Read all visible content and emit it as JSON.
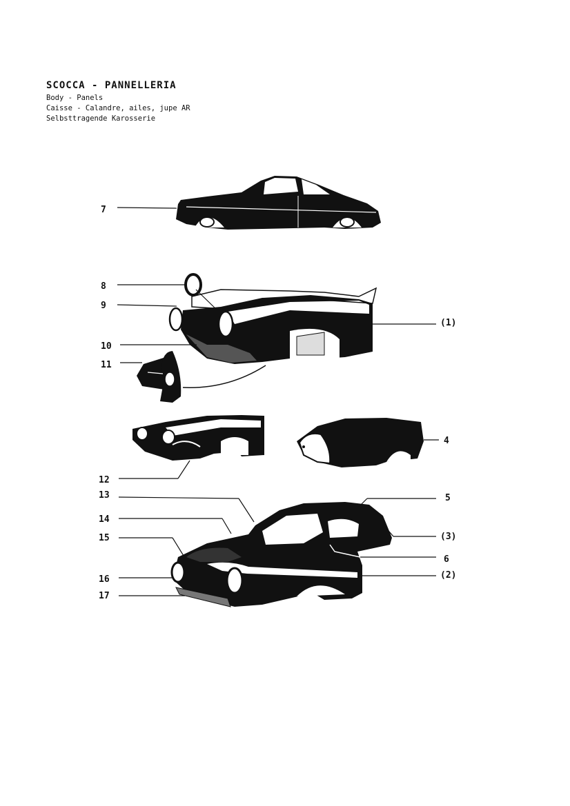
{
  "header": {
    "title": "SCOCCA - PANNELLERIA",
    "lines": [
      "Body - Panels",
      "Caisse - Calandre, ailes, jupe AR",
      "Selbsttragende Karosserie"
    ]
  },
  "callouts": {
    "c7": "7",
    "c8": "8",
    "c9": "9",
    "c1": "(1)",
    "c10": "10",
    "c11": "11",
    "c4": "4",
    "c12": "12",
    "c13": "13",
    "c5": "5",
    "c14": "14",
    "c3": "(3)",
    "c15": "15",
    "c6": "6",
    "c16": "16",
    "c2": "(2)",
    "c17": "17"
  },
  "colors": {
    "ink": "#111111",
    "paper": "#ffffff"
  }
}
